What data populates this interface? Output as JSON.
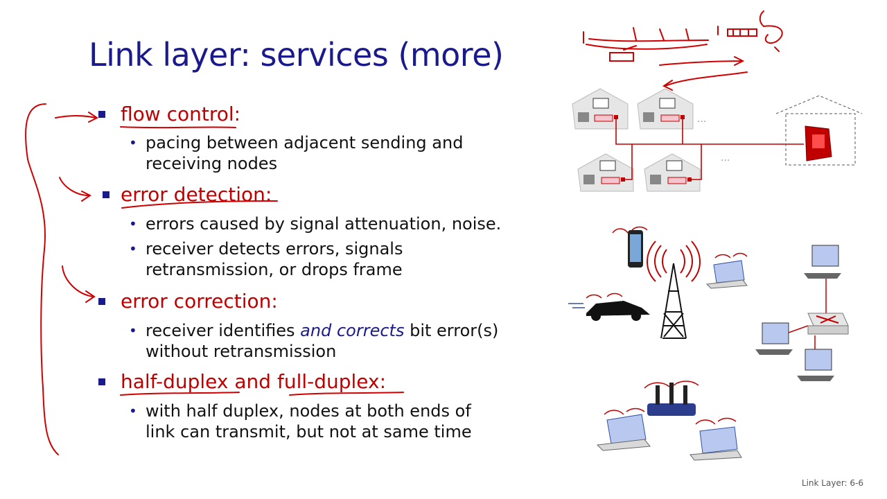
{
  "title": "Link layer: services (more)",
  "bullets": [
    {
      "head": "flow control:",
      "subs": [
        {
          "lines": [
            "pacing between adjacent sending and",
            "receiving nodes"
          ]
        }
      ]
    },
    {
      "head": "error detection:",
      "subs": [
        {
          "lines": [
            "errors caused by signal attenuation, noise."
          ]
        },
        {
          "lines": [
            "receiver detects errors, signals",
            "retransmission, or drops frame"
          ]
        }
      ]
    },
    {
      "head": "error correction:",
      "subs": [
        {
          "line1_pre": "receiver identifies ",
          "line1_emph": "and corrects",
          "line1_post": " bit error(s)",
          "line2": "without retransmission"
        }
      ]
    },
    {
      "head": "half-duplex and full-duplex:",
      "subs": [
        {
          "lines": [
            "with half duplex, nodes at both ends of",
            "link can transmit, but not at same time"
          ]
        }
      ]
    }
  ],
  "footer": "Link Layer: 6-6",
  "icons": {
    "ink": "#d00000",
    "accent": "#c00000",
    "title_color": "#1a1a8c",
    "ellipsis": "..."
  }
}
